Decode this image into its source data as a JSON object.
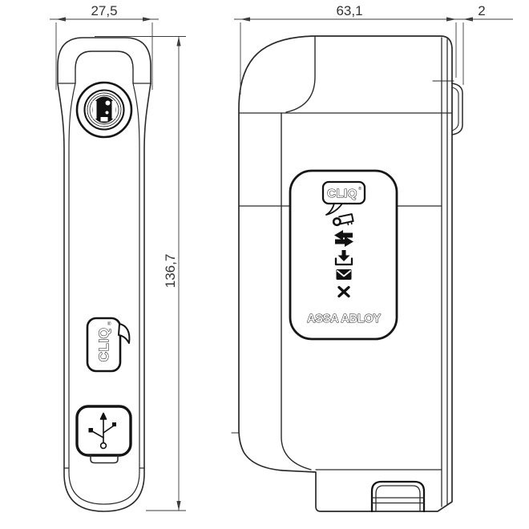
{
  "page": {
    "background": "#ffffff",
    "drawing_type": "technical drawing, two orthographic views of CLIQ programming key"
  },
  "dimensions": {
    "front_width": "27,5",
    "front_height": "136,7",
    "side_width": "63,1",
    "side_clip": "2"
  },
  "front_view": {
    "cliq_logo": "CLIQ",
    "trademark": "®",
    "features": [
      "keyhole-cylinder",
      "cliq-bubble-logo",
      "usb-port"
    ]
  },
  "side_view": {
    "cliq_logo": "CLIQ",
    "trademark": "®",
    "brand_logo": "ASSA ABLOY",
    "icons": [
      "key-icon",
      "transfer-arrows-icon",
      "download-icon",
      "mail-icon",
      "cross-icon"
    ]
  },
  "colors": {
    "outline": "#2a2a2a",
    "outline_heavy": "#141414",
    "dimension": "#3d3d3d",
    "icon_fill": "#111111",
    "background": "#ffffff"
  }
}
